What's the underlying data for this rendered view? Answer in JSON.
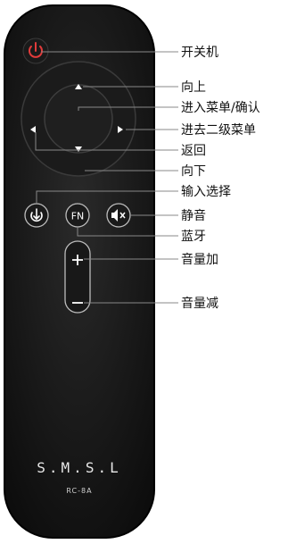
{
  "remote": {
    "brand": "S.M.S.L",
    "model": "RC-8A",
    "fn_label": "FN"
  },
  "labels": {
    "power": "开关机",
    "up": "向上",
    "enter_menu": "进入菜单/确认",
    "next_menu": "进去二级菜单",
    "back": "返回",
    "down": "向下",
    "input_select": "输入选择",
    "mute": "静音",
    "bluetooth": "蓝牙",
    "volume_up": "音量加",
    "volume_down": "音量减"
  },
  "colors": {
    "body": "#111111",
    "power_red": "#e23b3b",
    "lines": "#9a9a9a"
  },
  "icons": [
    "power-icon",
    "arrow-up-icon",
    "arrow-down-icon",
    "arrow-left-icon",
    "arrow-right-icon",
    "input-icon",
    "mute-icon",
    "plus-icon",
    "minus-icon"
  ]
}
